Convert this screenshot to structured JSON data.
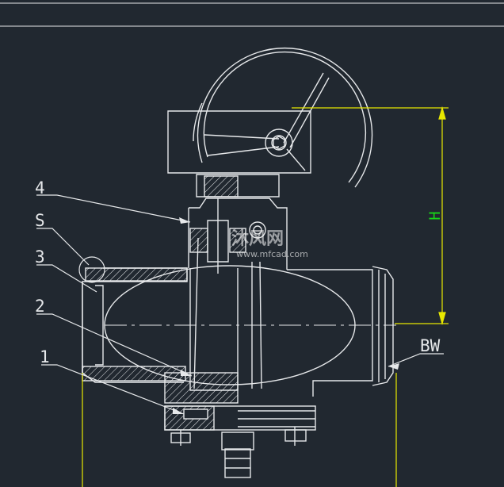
{
  "drawing": {
    "labels": {
      "part_4": "4",
      "part_s": "S",
      "part_3": "3",
      "part_2": "2",
      "part_1": "1",
      "bw": "BW",
      "height_dim": "H"
    },
    "watermark": {
      "brand": "沐风网",
      "url": "www.mfcad.com"
    },
    "colors": {
      "background": "#212830",
      "outline": "#e6e8ea",
      "dimension": "#e8e800",
      "dimension_text": "#17d617"
    }
  }
}
